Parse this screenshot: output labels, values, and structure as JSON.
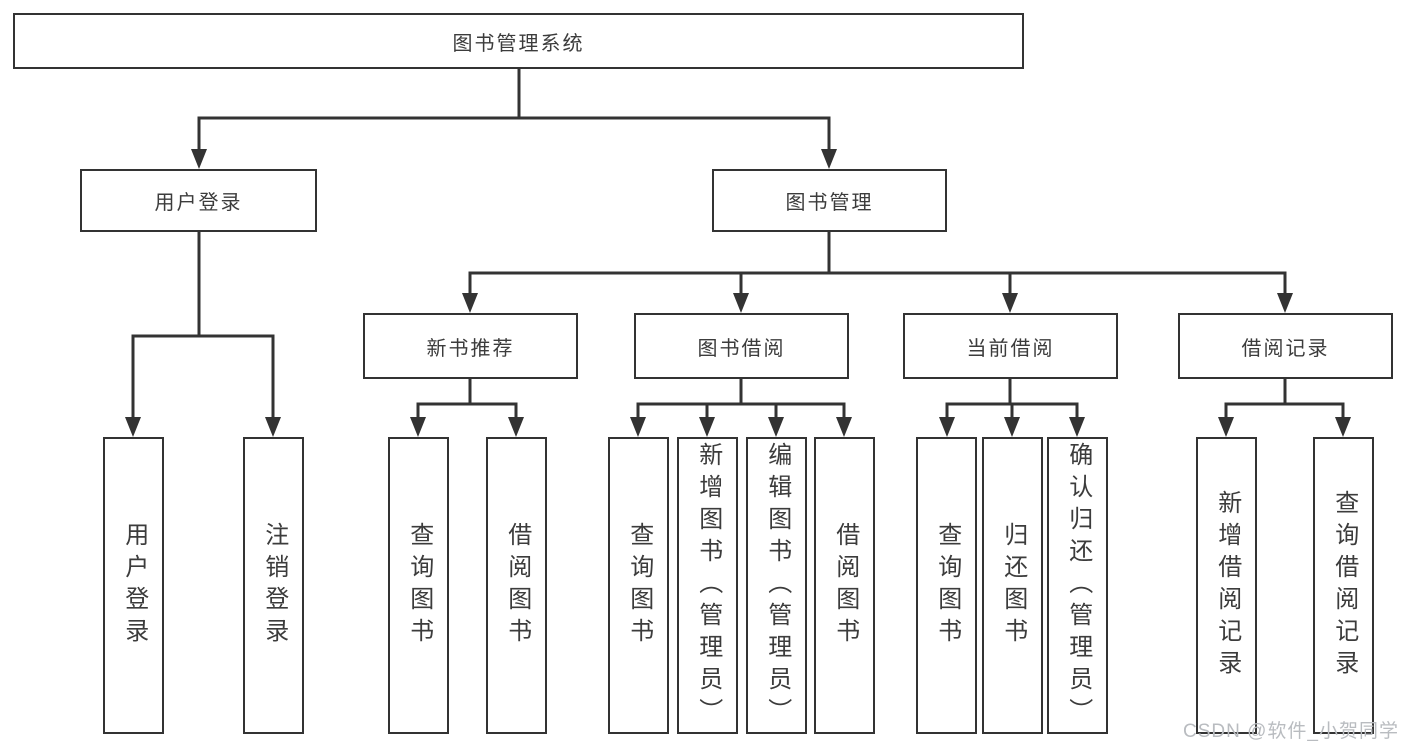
{
  "diagram": {
    "root": {
      "label": "图书管理系统"
    },
    "branches": [
      {
        "label": "用户登录",
        "children": [
          {
            "label": "用户登录"
          },
          {
            "label": "注销登录"
          }
        ]
      },
      {
        "label": "图书管理",
        "children": [
          {
            "label": "新书推荐",
            "children": [
              {
                "label": "查询图书"
              },
              {
                "label": "借阅图书"
              }
            ]
          },
          {
            "label": "图书借阅",
            "children": [
              {
                "label": "查询图书"
              },
              {
                "label": "新增图书（管理员）"
              },
              {
                "label": "编辑图书（管理员）"
              },
              {
                "label": "借阅图书"
              }
            ]
          },
          {
            "label": "当前借阅",
            "children": [
              {
                "label": "查询图书"
              },
              {
                "label": "归还图书"
              },
              {
                "label": "确认归还（管理员）"
              }
            ]
          },
          {
            "label": "借阅记录",
            "children": [
              {
                "label": "新增借阅记录"
              },
              {
                "label": "查询借阅记录"
              }
            ]
          }
        ]
      }
    ]
  },
  "watermark": {
    "text": "CSDN @软件_小贺同学"
  },
  "colors": {
    "line": "#333333",
    "text": "#3c3c3c",
    "box_background": "#ffffff",
    "page_background": "#ffffff",
    "watermark": "#b9bcc0"
  }
}
